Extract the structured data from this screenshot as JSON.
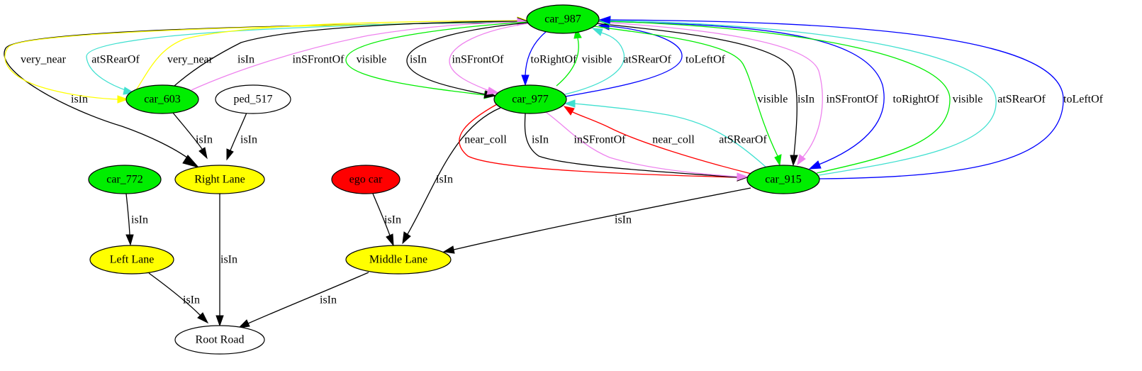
{
  "nodes": [
    {
      "id": "car_987",
      "label": "car_987",
      "fill": "#00ee00"
    },
    {
      "id": "car_603",
      "label": "car_603",
      "fill": "#00ee00"
    },
    {
      "id": "ped_517",
      "label": "ped_517",
      "fill": "#ffffff"
    },
    {
      "id": "car_977",
      "label": "car_977",
      "fill": "#00ee00"
    },
    {
      "id": "car_772",
      "label": "car_772",
      "fill": "#00ee00"
    },
    {
      "id": "right_lane",
      "label": "Right Lane",
      "fill": "#ffff00"
    },
    {
      "id": "ego_car",
      "label": "ego car",
      "fill": "#ff0000"
    },
    {
      "id": "car_915",
      "label": "car_915",
      "fill": "#00ee00"
    },
    {
      "id": "left_lane",
      "label": "Left Lane",
      "fill": "#ffff00"
    },
    {
      "id": "middle_lane",
      "label": "Middle Lane",
      "fill": "#ffff00"
    },
    {
      "id": "root_road",
      "label": "Root Road",
      "fill": "#ffffff"
    }
  ],
  "edges": [
    {
      "id": "e1",
      "source": "car_987",
      "target": "right_lane",
      "label": "isIn",
      "color": "#000000"
    },
    {
      "id": "e2",
      "source": "car_987",
      "target": "car_603",
      "label": "very_near",
      "color": "#ffff00"
    },
    {
      "id": "e3",
      "source": "car_987",
      "target": "car_603",
      "label": "atSRearOf",
      "color": "#40e0d0"
    },
    {
      "id": "e4",
      "source": "car_603",
      "target": "car_987",
      "label": "very_near",
      "color": "#ffff00"
    },
    {
      "id": "e5",
      "source": "car_603",
      "target": "car_987",
      "label": "isIn",
      "color": "#000000"
    },
    {
      "id": "e6",
      "source": "car_603",
      "target": "car_987",
      "label": "inSFrontOf",
      "color": "#ee82ee"
    },
    {
      "id": "e7",
      "source": "car_987",
      "target": "car_977",
      "label": "visible",
      "color": "#00ee00"
    },
    {
      "id": "e8",
      "source": "car_987",
      "target": "car_977",
      "label": "isIn",
      "color": "#000000"
    },
    {
      "id": "e9",
      "source": "car_987",
      "target": "car_977",
      "label": "inSFrontOf",
      "color": "#ee82ee"
    },
    {
      "id": "e10",
      "source": "car_987",
      "target": "car_977",
      "label": "toRightOf",
      "color": "#0000ff"
    },
    {
      "id": "e11",
      "source": "car_977",
      "target": "car_987",
      "label": "visible",
      "color": "#00ee00"
    },
    {
      "id": "e12",
      "source": "car_977",
      "target": "car_987",
      "label": "atSRearOf",
      "color": "#40e0d0"
    },
    {
      "id": "e13",
      "source": "car_977",
      "target": "car_987",
      "label": "toLeftOf",
      "color": "#0000ff"
    },
    {
      "id": "e14",
      "source": "car_987",
      "target": "car_915",
      "label": "visible",
      "color": "#00ee00"
    },
    {
      "id": "e15",
      "source": "car_987",
      "target": "car_915",
      "label": "isIn",
      "color": "#000000"
    },
    {
      "id": "e16",
      "source": "car_987",
      "target": "car_915",
      "label": "inSFrontOf",
      "color": "#ee82ee"
    },
    {
      "id": "e17",
      "source": "car_987",
      "target": "car_915",
      "label": "toRightOf",
      "color": "#0000ff"
    },
    {
      "id": "e18",
      "source": "car_915",
      "target": "car_987",
      "label": "visible",
      "color": "#00ee00"
    },
    {
      "id": "e19",
      "source": "car_915",
      "target": "car_987",
      "label": "atSRearOf",
      "color": "#40e0d0"
    },
    {
      "id": "e20",
      "source": "car_915",
      "target": "car_987",
      "label": "toLeftOf",
      "color": "#0000ff"
    },
    {
      "id": "e21",
      "source": "car_603",
      "target": "right_lane",
      "label": "isIn",
      "color": "#000000"
    },
    {
      "id": "e22",
      "source": "ped_517",
      "target": "right_lane",
      "label": "isIn",
      "color": "#000000"
    },
    {
      "id": "e23",
      "source": "car_977",
      "target": "middle_lane",
      "label": "isIn",
      "color": "#000000"
    },
    {
      "id": "e24",
      "source": "car_977",
      "target": "car_915",
      "label": "near_coll",
      "color": "#ff0000"
    },
    {
      "id": "e25",
      "source": "car_977",
      "target": "car_915",
      "label": "isIn",
      "color": "#000000"
    },
    {
      "id": "e26",
      "source": "car_977",
      "target": "car_915",
      "label": "inSFrontOf",
      "color": "#ee82ee"
    },
    {
      "id": "e27",
      "source": "car_915",
      "target": "car_977",
      "label": "near_coll",
      "color": "#ff0000"
    },
    {
      "id": "e28",
      "source": "car_915",
      "target": "car_977",
      "label": "atSRearOf",
      "color": "#40e0d0"
    },
    {
      "id": "e29",
      "source": "car_772",
      "target": "left_lane",
      "label": "isIn",
      "color": "#000000"
    },
    {
      "id": "e30",
      "source": "right_lane",
      "target": "root_road",
      "label": "isIn",
      "color": "#000000"
    },
    {
      "id": "e31",
      "source": "ego_car",
      "target": "middle_lane",
      "label": "isIn",
      "color": "#000000"
    },
    {
      "id": "e32",
      "source": "car_915",
      "target": "middle_lane",
      "label": "isIn",
      "color": "#000000"
    },
    {
      "id": "e33",
      "source": "left_lane",
      "target": "root_road",
      "label": "isIn",
      "color": "#000000"
    },
    {
      "id": "e34",
      "source": "middle_lane",
      "target": "root_road",
      "label": "isIn",
      "color": "#000000"
    }
  ]
}
